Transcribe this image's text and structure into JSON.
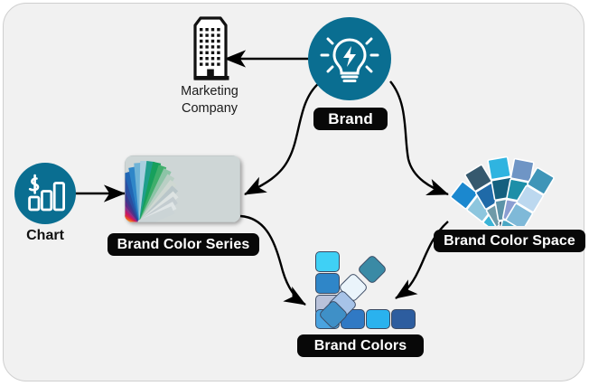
{
  "diagram": {
    "title": "Brand color concept map",
    "background": "#f1f1f1",
    "accent": "#0a6e91",
    "label_bg": "#080808",
    "label_fg": "#ffffff"
  },
  "nodes": {
    "marketing_company": {
      "label_line1": "Marketing",
      "label_line2": "Company",
      "icon": "office-building-icon"
    },
    "brand": {
      "label": "Brand",
      "icon": "lightbulb-bolt-icon",
      "circle_color": "#0a6e91"
    },
    "chart": {
      "label": "Chart",
      "icon": "dollar-bar-chart-icon",
      "circle_color": "#0a6e91"
    },
    "brand_color_series": {
      "label": "Brand Color Series",
      "icon": "color-fan-photo"
    },
    "brand_color_space": {
      "label": "Brand Color Space",
      "icon": "blue-swatch-fan-icon"
    },
    "brand_colors": {
      "label": "Brand Colors",
      "icon": "blue-tile-cluster-icon"
    }
  },
  "edges": [
    {
      "name": "brand-to-marketing-company",
      "from": "brand",
      "to": "marketing_company",
      "style": "straight"
    },
    {
      "name": "brand-to-brand-color-series",
      "from": "brand",
      "to": "brand_color_series",
      "style": "curved"
    },
    {
      "name": "brand-to-brand-color-space",
      "from": "brand",
      "to": "brand_color_space",
      "style": "curved"
    },
    {
      "name": "chart-to-brand-color-series",
      "from": "chart",
      "to": "brand_color_series",
      "style": "straight"
    },
    {
      "name": "brand-color-series-to-brand-colors",
      "from": "brand_color_series",
      "to": "brand_colors",
      "style": "curved"
    },
    {
      "name": "brand-color-space-to-brand-colors",
      "from": "brand_color_space",
      "to": "brand_colors",
      "style": "curved"
    }
  ],
  "brand_colors_tiles": [
    {
      "color": "#3fd0f5",
      "rotated": false
    },
    {
      "color": "#2f86c8",
      "rotated": false
    },
    {
      "color": "#b9c2da",
      "rotated": false
    },
    {
      "color": "#4aa3e0",
      "rotated": false
    },
    {
      "color": "#3079c4",
      "rotated": false
    },
    {
      "color": "#2ab2ee",
      "rotated": false
    },
    {
      "color": "#2d5d9f",
      "rotated": false
    },
    {
      "color": "#3a8aa5",
      "rotated": true
    },
    {
      "color": "#eaf4fb",
      "rotated": true
    },
    {
      "color": "#a7c3e8",
      "rotated": true
    },
    {
      "color": "#3f90c7",
      "rotated": true
    }
  ],
  "brand_color_space_swatches": [
    {
      "color": "#1b88cf"
    },
    {
      "color": "#8dc6de"
    },
    {
      "color": "#3bb3d6"
    },
    {
      "color": "#4ca5dd"
    },
    {
      "color": "#36596e"
    },
    {
      "color": "#1f6aa8"
    },
    {
      "color": "#6f9aa8"
    },
    {
      "color": "#5fb4d9"
    },
    {
      "color": "#2fb4e0"
    },
    {
      "color": "#14607f"
    },
    {
      "color": "#5b93a8"
    },
    {
      "color": "#2f3f57"
    },
    {
      "color": "#6f95c5"
    },
    {
      "color": "#1d8fa8"
    },
    {
      "color": "#8b9ed2"
    },
    {
      "color": "#4aa7c4"
    },
    {
      "color": "#3f95b8"
    },
    {
      "color": "#bcd8ef"
    },
    {
      "color": "#7fb9d8"
    }
  ]
}
